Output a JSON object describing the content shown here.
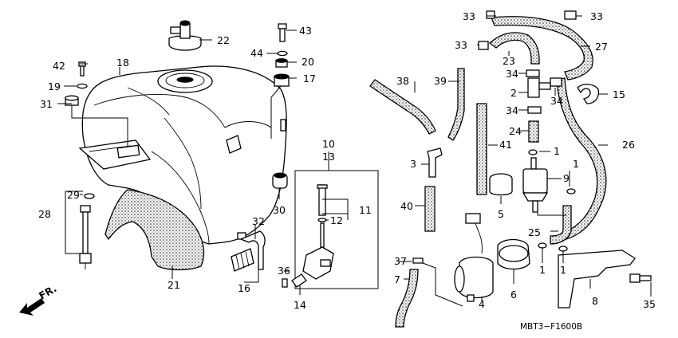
{
  "diagram_code": "MBT3−F1600B",
  "direction_label": "FR.",
  "callouts": {
    "p1a": "1",
    "p1b": "1",
    "p1c": "1",
    "p1d": "1",
    "p2": "2",
    "p3": "3",
    "p4": "4",
    "p5": "5",
    "p6": "6",
    "p7": "7",
    "p8": "8",
    "p9": "9",
    "p10": "10",
    "p11": "11",
    "p12": "12",
    "p13": "13",
    "p14": "14",
    "p15": "15",
    "p16": "16",
    "p17": "17",
    "p18": "18",
    "p19": "19",
    "p20": "20",
    "p21": "21",
    "p22": "22",
    "p23": "23",
    "p24": "24",
    "p25": "25",
    "p26": "26",
    "p27": "27",
    "p28": "28",
    "p29": "29",
    "p30": "30",
    "p31": "31",
    "p32": "32",
    "p33a": "33",
    "p33b": "33",
    "p33c": "33",
    "p34a": "34",
    "p34b": "34",
    "p34c": "34",
    "p35": "35",
    "p36": "36",
    "p37": "37",
    "p38": "38",
    "p39": "39",
    "p40": "40",
    "p41": "41",
    "p42": "42",
    "p43": "43",
    "p44": "44"
  }
}
